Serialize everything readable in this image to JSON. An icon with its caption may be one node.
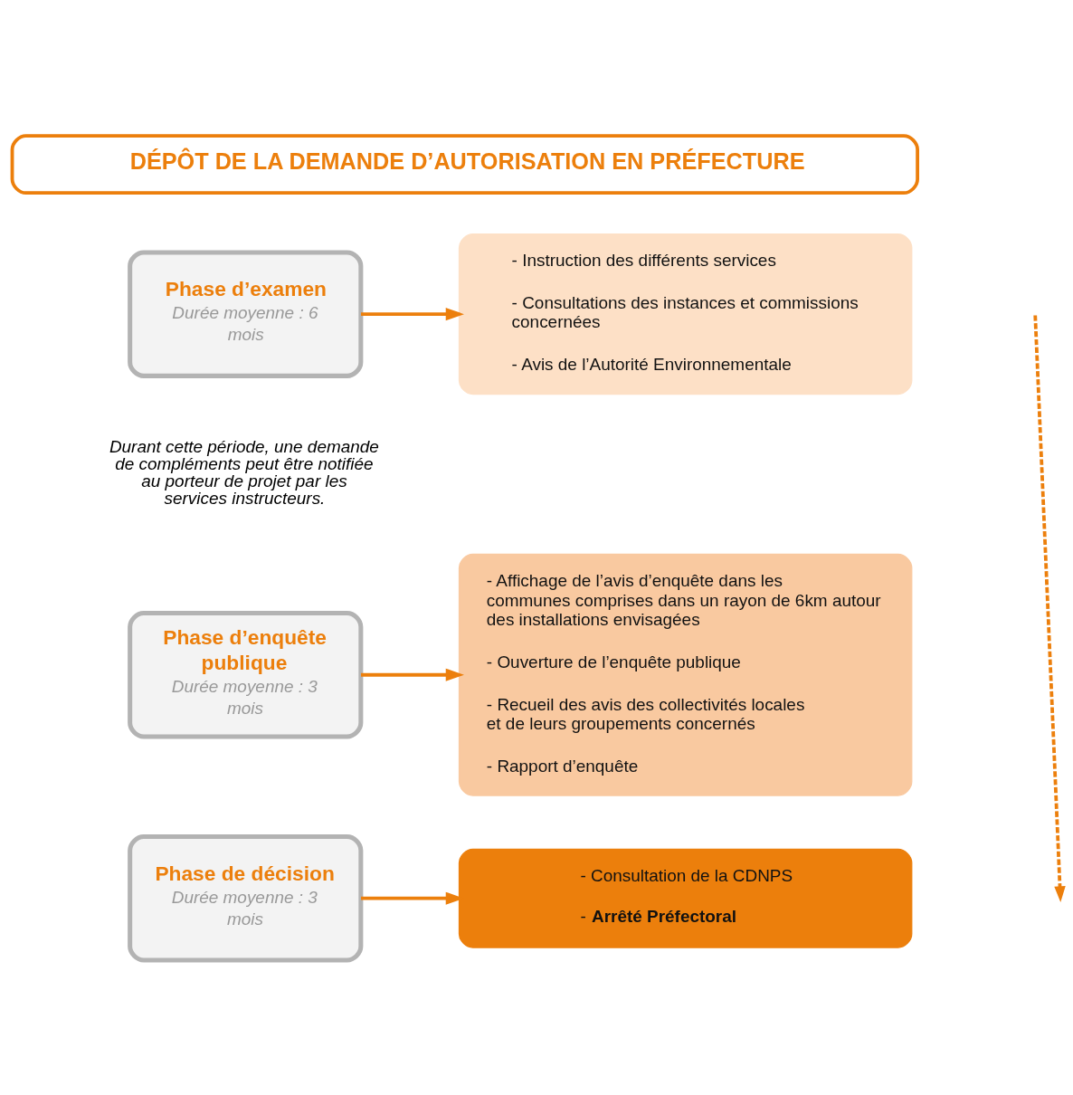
{
  "diagram": {
    "nodes": [
      {
        "text": [
          "DÉPÔT DE LA DEMANDE D’AUTORISATION EN PRÉFECTURE"
        ]
      },
      {
        "text": [
          "Phase d’examen",
          "Durée moyenne : 6 mois"
        ],
        "beside": [
          "Durant cette période, une demande de compléments peut être notifiée au porteur de projet par les services instructeurs."
        ]
      },
      {
        "text": [
          "- Instruction des différents services",
          "- Consultations des instances et commissions concernées",
          "- Avis de l’Autorité Environnementale"
        ]
      },
      {
        "text": [
          "Phase d’enquête publique",
          "Durée moyenne : 3 mois"
        ]
      },
      {
        "text": [
          "- Affichage de l’avis d’enquête dans les communes comprises dans un rayon de 6km autour des installations envisagées",
          "- Ouverture de l’enquête publique",
          "- Recueil des avis des collectivités locales et de leurs groupements concernés",
          "- Rapport d’enquête"
        ]
      },
      {
        "text": [
          "Phase de décision",
          "Durée moyenne : 3 mois"
        ]
      },
      {
        "text": [
          "- Consultation de la CDNPS",
          "- **Arrêté Préfectoral**"
        ]
      }
    ],
    "edges": [
      {
        "from": 1,
        "to": 2,
        "arrow": "to"
      },
      {
        "from": 3,
        "to": 4,
        "arrow": "to"
      },
      {
        "from": 5,
        "to": 6,
        "arrow": "to"
      }
    ]
  }
}
